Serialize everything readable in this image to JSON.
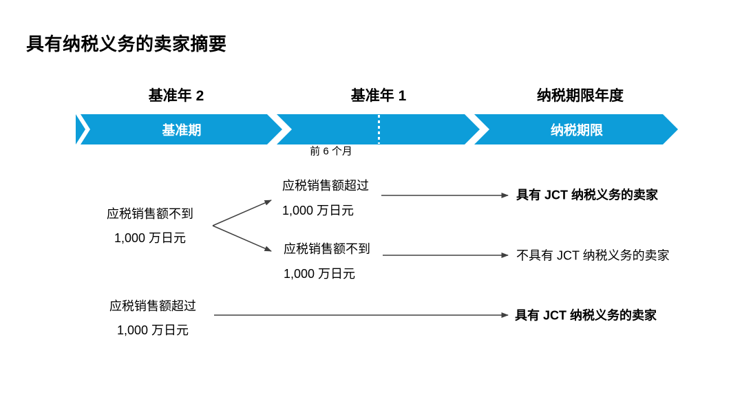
{
  "page": {
    "title": "具有纳税义务的卖家摘要",
    "background": "#ffffff",
    "accent_blue": "#0d9dd9",
    "line_color": "#404040",
    "text_color": "#000000"
  },
  "timeline": {
    "columns": [
      {
        "label": "基准年 2"
      },
      {
        "label": "基准年 1"
      },
      {
        "label": "纳税期限年度"
      }
    ],
    "segments": [
      {
        "label": "基准期"
      },
      {
        "label": ""
      },
      {
        "label": "纳税期限"
      }
    ],
    "annotation": "前 6 个月"
  },
  "flow": {
    "left_node": {
      "line1": "应税销售额不到",
      "line2": "1,000 万日元"
    },
    "branch_top": {
      "line1": "应税销售额超过",
      "line2": "1,000 万日元"
    },
    "branch_bottom": {
      "line1": "应税销售额不到",
      "line2": "1,000 万日元"
    },
    "bottom_node": {
      "line1": "应税销售额超过",
      "line2": "1,000 万日元"
    },
    "result_top": "具有 JCT 纳税义务的卖家",
    "result_mid": "不具有 JCT 纳税义务的卖家",
    "result_bottom": "具有 JCT 纳税义务的卖家"
  }
}
